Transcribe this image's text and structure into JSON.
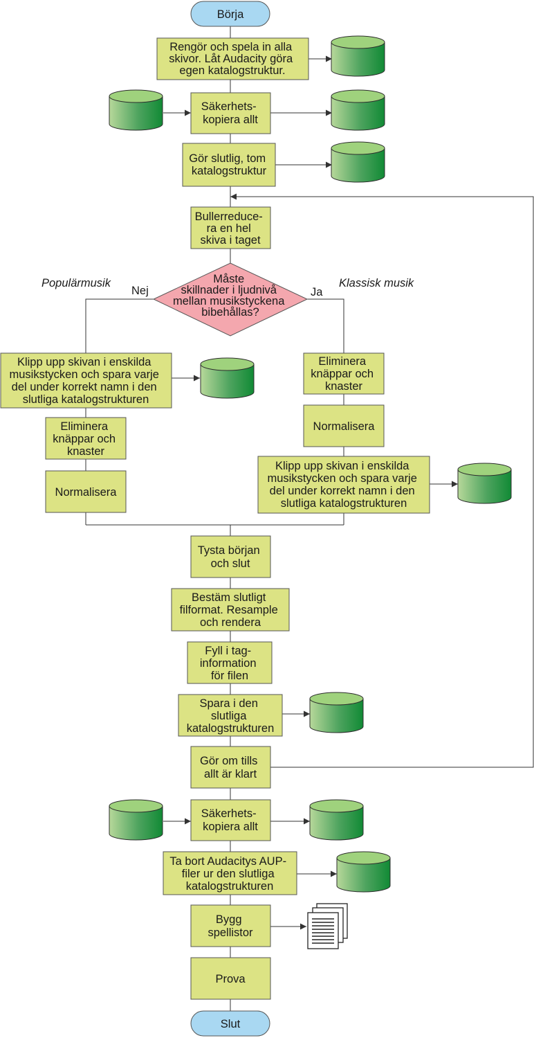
{
  "flowchart": {
    "start": "Börja",
    "end": "Slut",
    "steps": {
      "record": [
        "Rengör och spela in alla",
        "skivor. Låt Audacity göra",
        "egen katalogstruktur."
      ],
      "backup1": [
        "Säkerhets-",
        "kopiera allt"
      ],
      "final_dir": [
        "Gör slutlig, tom",
        "katalogstruktur"
      ],
      "noise": [
        "Bullerreduce-",
        "ra en hel",
        "skiva i taget"
      ],
      "split_left": [
        "Klipp upp skivan i enskilda",
        "musikstycken och spara varje",
        "del under korrekt namn i den",
        "slutliga katalogstrukturen"
      ],
      "clicks_left": [
        "Eliminera",
        "knäppar och",
        "knaster"
      ],
      "normalize_left": [
        "Normalisera"
      ],
      "clicks_right": [
        "Eliminera",
        "knäppar och",
        "knaster"
      ],
      "normalize_right": [
        "Normalisera"
      ],
      "split_right": [
        "Klipp upp skivan i enskilda",
        "musikstycken och spara varje",
        "del under korrekt namn i den",
        "slutliga katalogstrukturen"
      ],
      "silence": [
        "Tysta början",
        "och slut"
      ],
      "format": [
        "Bestäm slutligt",
        "filformat. Resample",
        "och rendera"
      ],
      "tags": [
        "Fyll i tag-",
        "information",
        "för filen"
      ],
      "save": [
        "Spara i den",
        "slutliga",
        "katalogstrukturen"
      ],
      "repeat": [
        "Gör om tills",
        "allt är klart"
      ],
      "backup2": [
        "Säkerhets-",
        "kopiera allt"
      ],
      "remove_aup": [
        "Ta bort Audacitys AUP-",
        "filer ur den slutliga",
        "katalogstrukturen"
      ],
      "playlists": [
        "Bygg",
        "spellistor"
      ],
      "test": [
        "Prova"
      ]
    },
    "decision": [
      "Måste",
      "skillnader i ljudnivå",
      "mellan musikstyckena",
      "bibehållas?"
    ],
    "branch_no": "Nej",
    "branch_yes": "Ja",
    "label_left": "Populärmusik",
    "label_right": "Klassisk musik"
  },
  "colors": {
    "box_fill": "#dce384",
    "box_stroke": "#555555",
    "terminal_fill": "#a9d8f2",
    "decision_fill": "#f4a7ae",
    "disk_dark": "#1a8a3c",
    "disk_light": "#a9cf8e",
    "disk_top": "#9fd27d",
    "line": "#333333"
  }
}
